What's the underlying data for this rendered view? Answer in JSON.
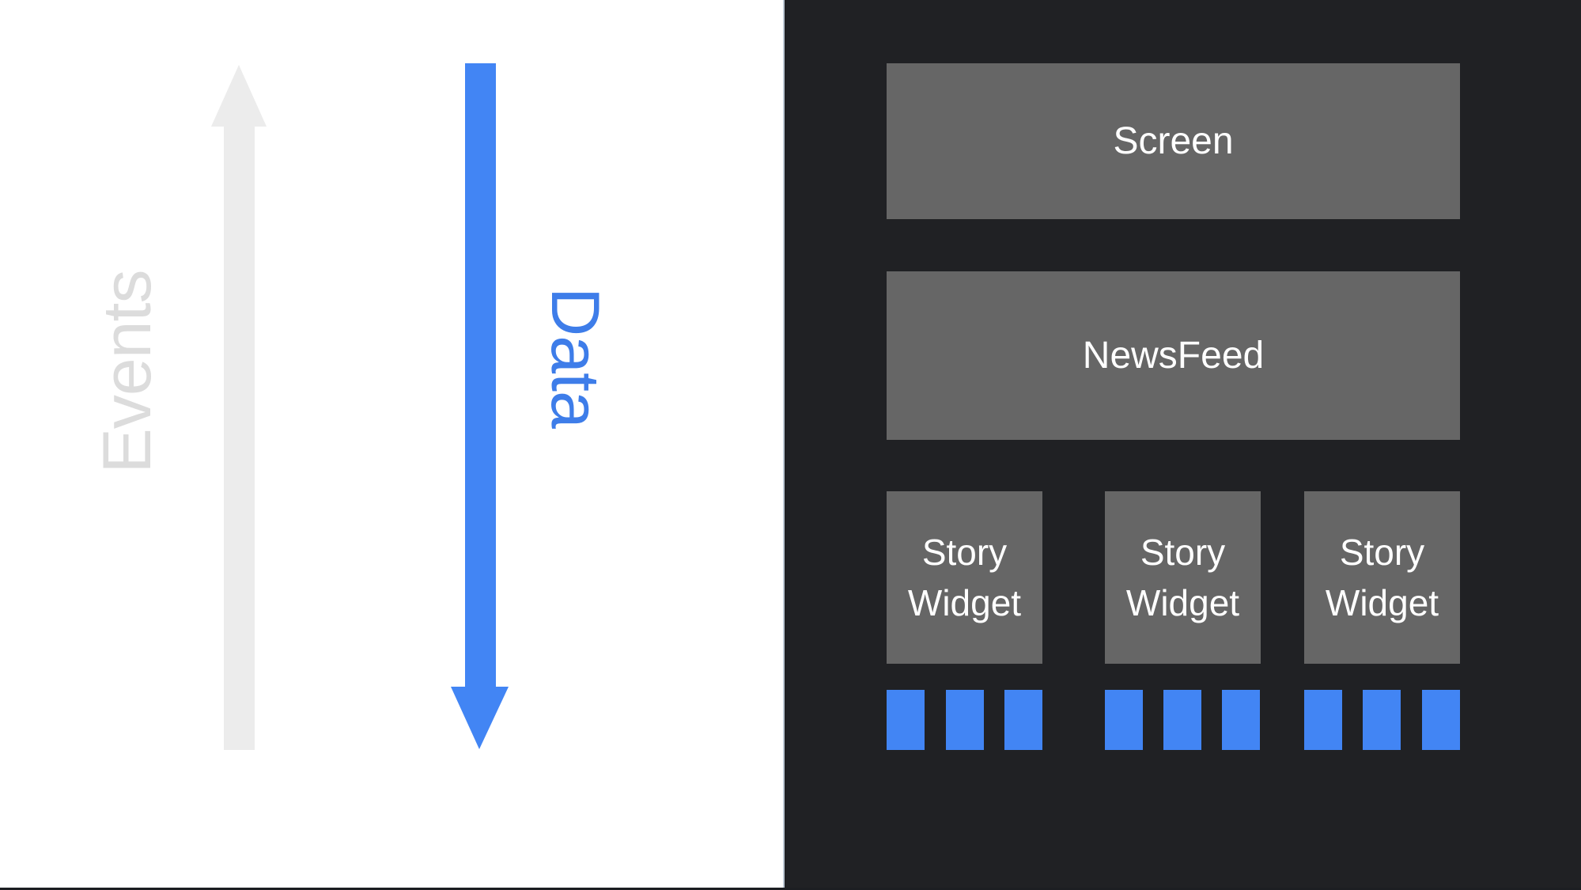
{
  "flow_labels": {
    "events": "Events",
    "data": "Data"
  },
  "colors": {
    "accent_blue": "#4285F4",
    "data_label_blue": "#3E7DE9",
    "events_label_gray": "#DCDCDC",
    "events_arrow_gray": "#ECECEC",
    "panel_background": "#202124",
    "widget_box_gray": "#666666",
    "widget_text_white": "#FFFFFF"
  },
  "widget_tree": {
    "screen_label": "Screen",
    "newsfeed_label": "NewsFeed",
    "story_widgets": [
      {
        "label": "Story Widget",
        "data_blocks": 3
      },
      {
        "label": "Story Widget",
        "data_blocks": 3
      },
      {
        "label": "Story Widget",
        "data_blocks": 3
      }
    ]
  }
}
